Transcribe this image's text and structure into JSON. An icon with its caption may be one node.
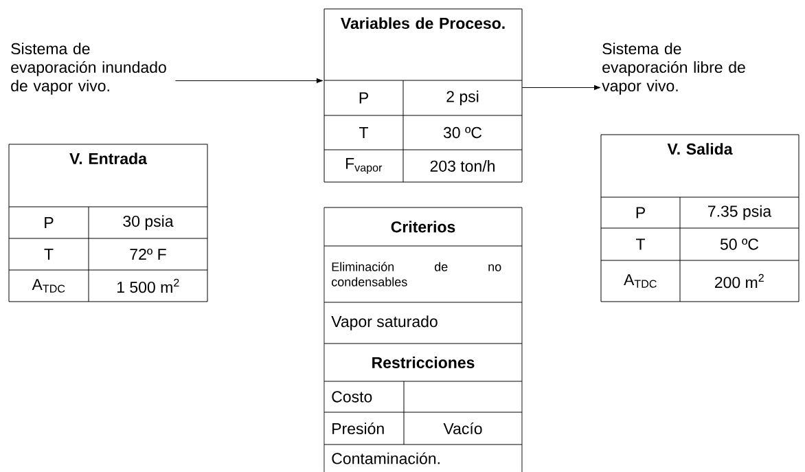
{
  "diagram": {
    "nodes": [
      {
        "text": [
          "Sistema de evaporación inundado de vapor vivo."
        ]
      },
      {
        "text": [
          "V. Entrada",
          "P",
          "30 psia",
          "T",
          "72º F",
          "A$_{TDC}$",
          "1 500 m$^{2}$"
        ]
      },
      {
        "text": [
          "Variables de Proceso.",
          "P",
          "2 psi",
          "T",
          "30 ºC",
          "F$_{vapor}$",
          "203 ton/h"
        ]
      },
      {
        "text": [
          "Criterios",
          "Eliminación de no condensables",
          "Vapor saturado",
          "Restricciones",
          "Costo",
          "Presión",
          "Vacío",
          "Contaminación."
        ]
      },
      {
        "text": [
          "Sistema de evaporación libre de vapor vivo."
        ]
      },
      {
        "text": [
          "V. Salida",
          "P",
          "7.35  psia",
          "T",
          "50 ºC",
          "A$_{TDC}$",
          "200 m$^{2}$"
        ]
      }
    ],
    "edges": [
      {
        "from": 0,
        "to": 2,
        "arrow": "to"
      },
      {
        "from": 2,
        "to": 4,
        "arrow": "to"
      }
    ]
  }
}
